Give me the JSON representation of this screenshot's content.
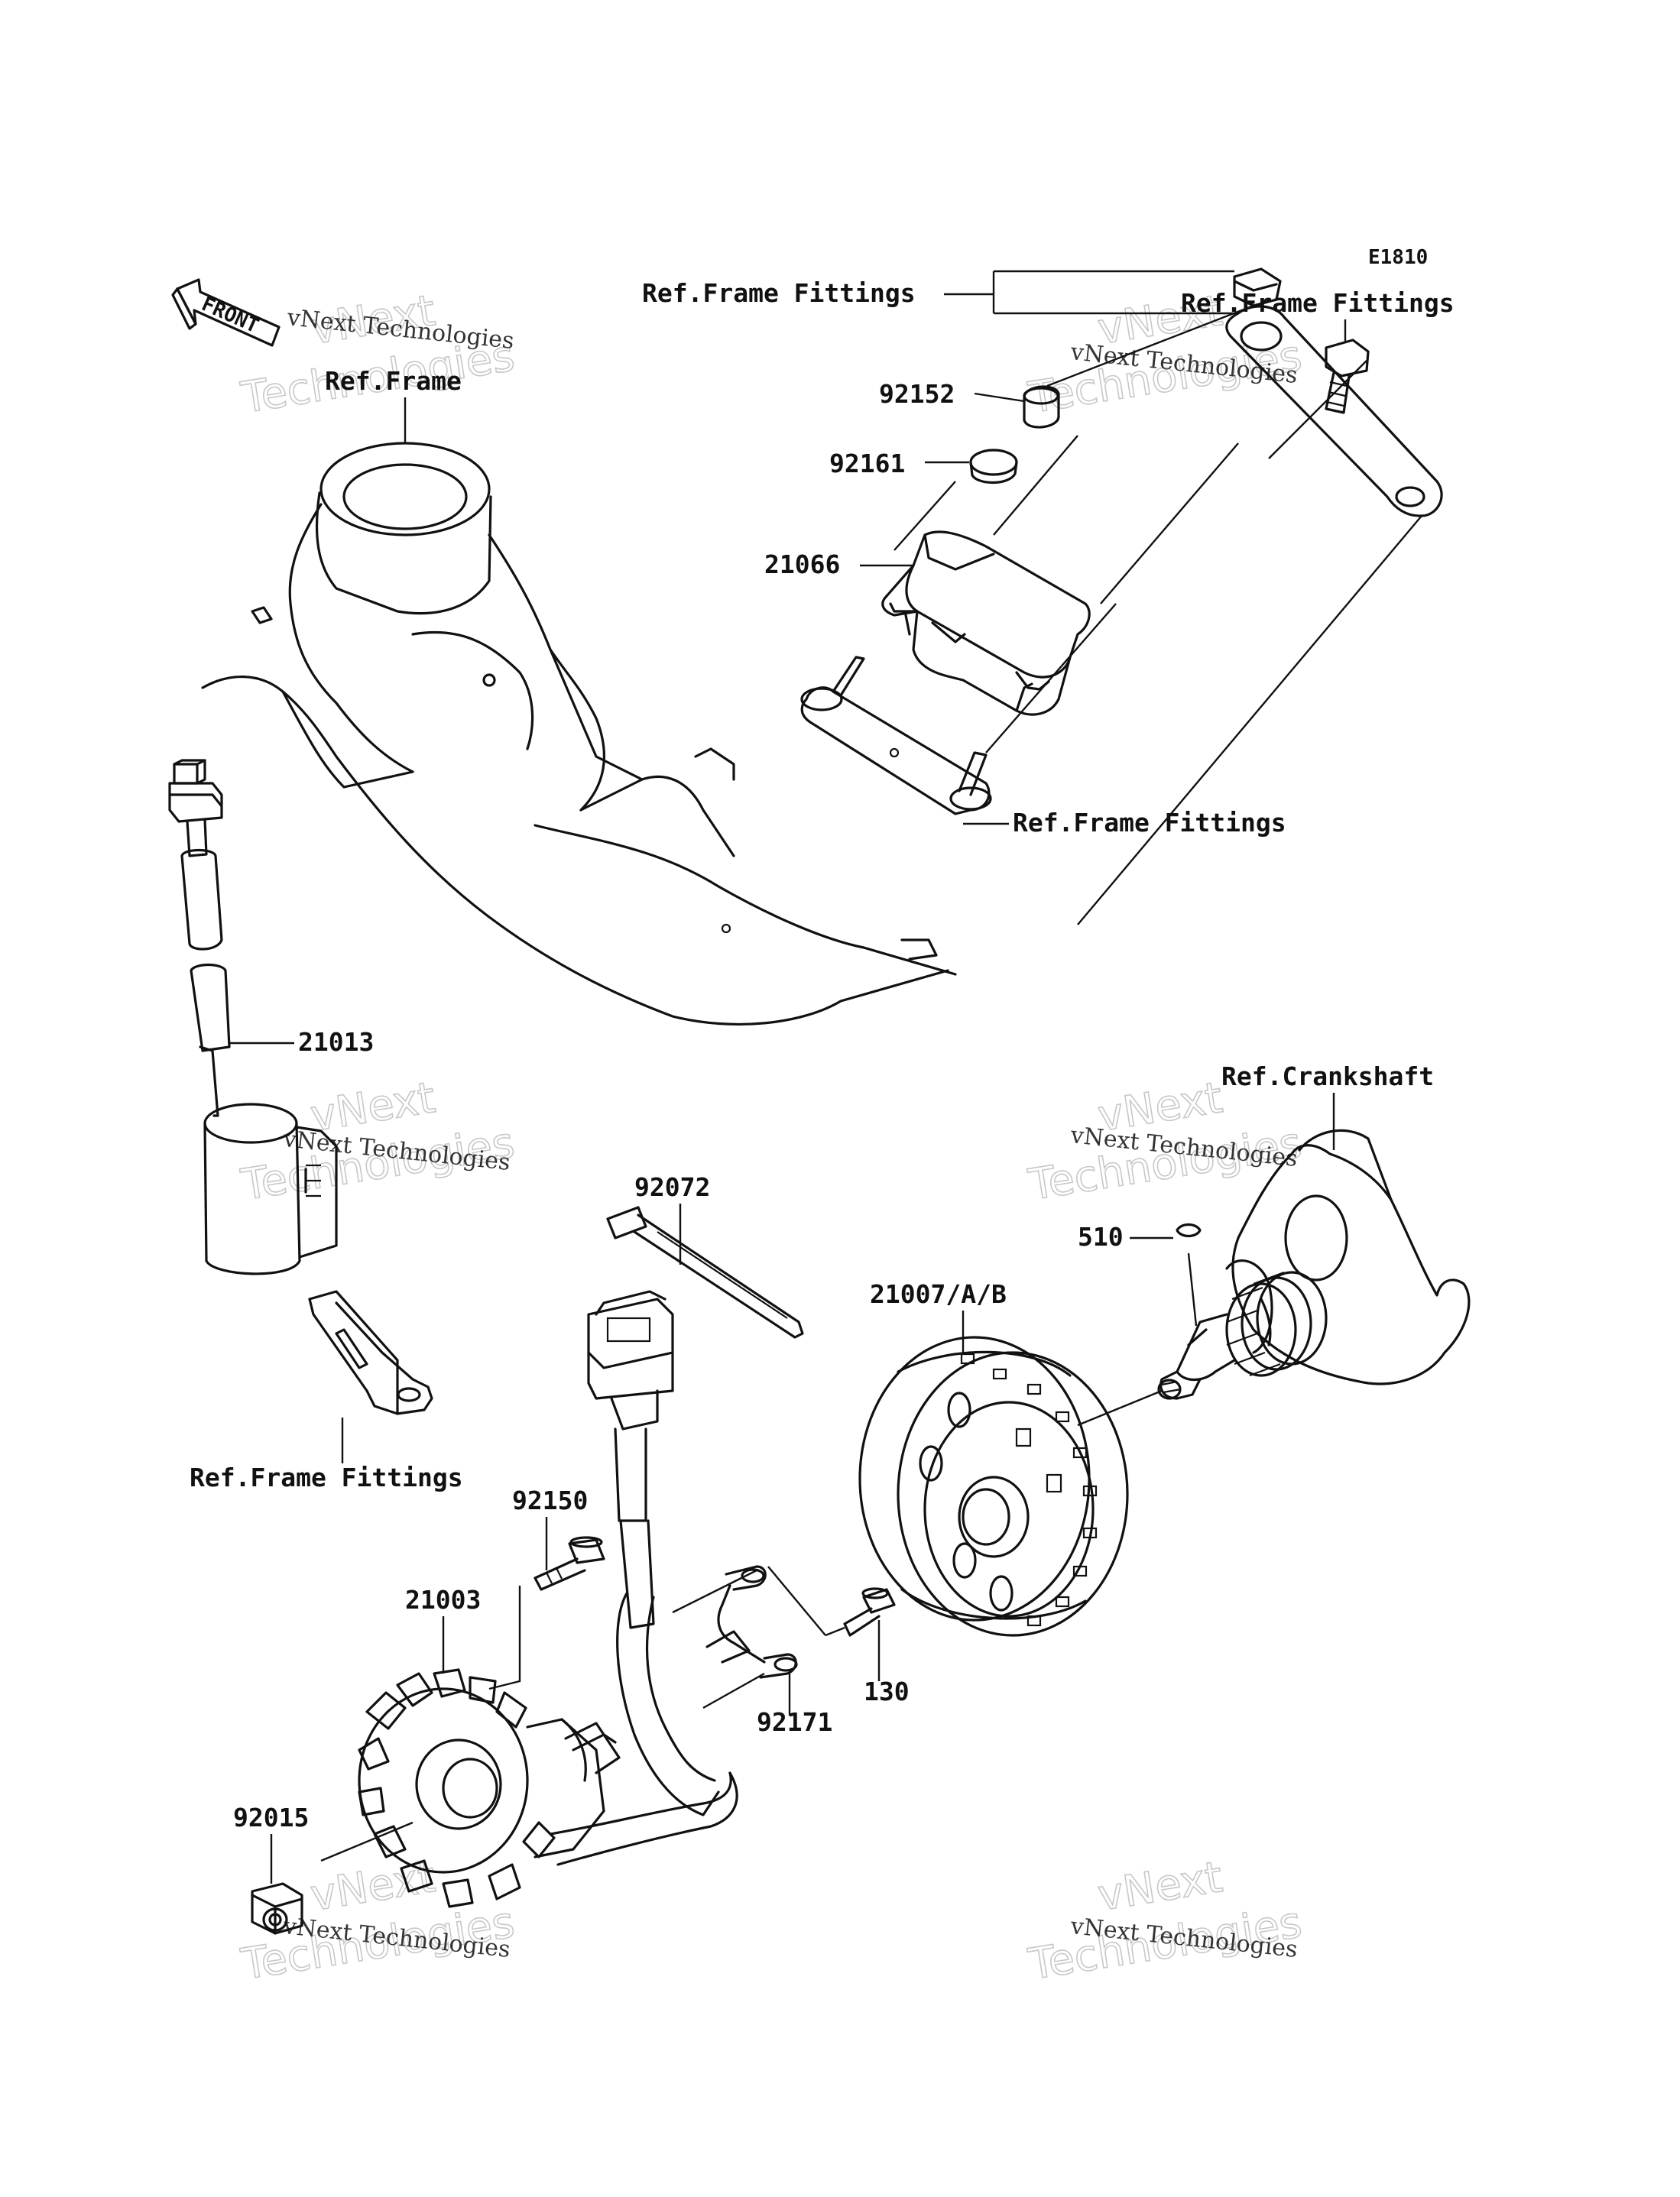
{
  "diagram_code": "E1810",
  "front_label": "FRONT",
  "labels": {
    "ref_frame_top": "Ref.Frame",
    "ref_frame_fittings_top_left": "Ref.Frame Fittings",
    "ref_frame_fittings_top_right": "Ref.Frame Fittings",
    "ref_frame_fittings_mid": "Ref.Frame Fittings",
    "ref_frame_fittings_bottom": "Ref.Frame Fittings",
    "ref_crankshaft": "Ref.Crankshaft",
    "p92152": "92152",
    "p92161": "92161",
    "p21066": "21066",
    "p21013": "21013",
    "p92072": "92072",
    "p21007": "21007/A/B",
    "p510": "510",
    "p92150": "92150",
    "p21003": "21003",
    "p130": "130",
    "p92171": "92171",
    "p92015": "92015"
  },
  "watermark": {
    "brand": "vNext",
    "word": "Technologies",
    "caption": "vNext Technologies"
  }
}
